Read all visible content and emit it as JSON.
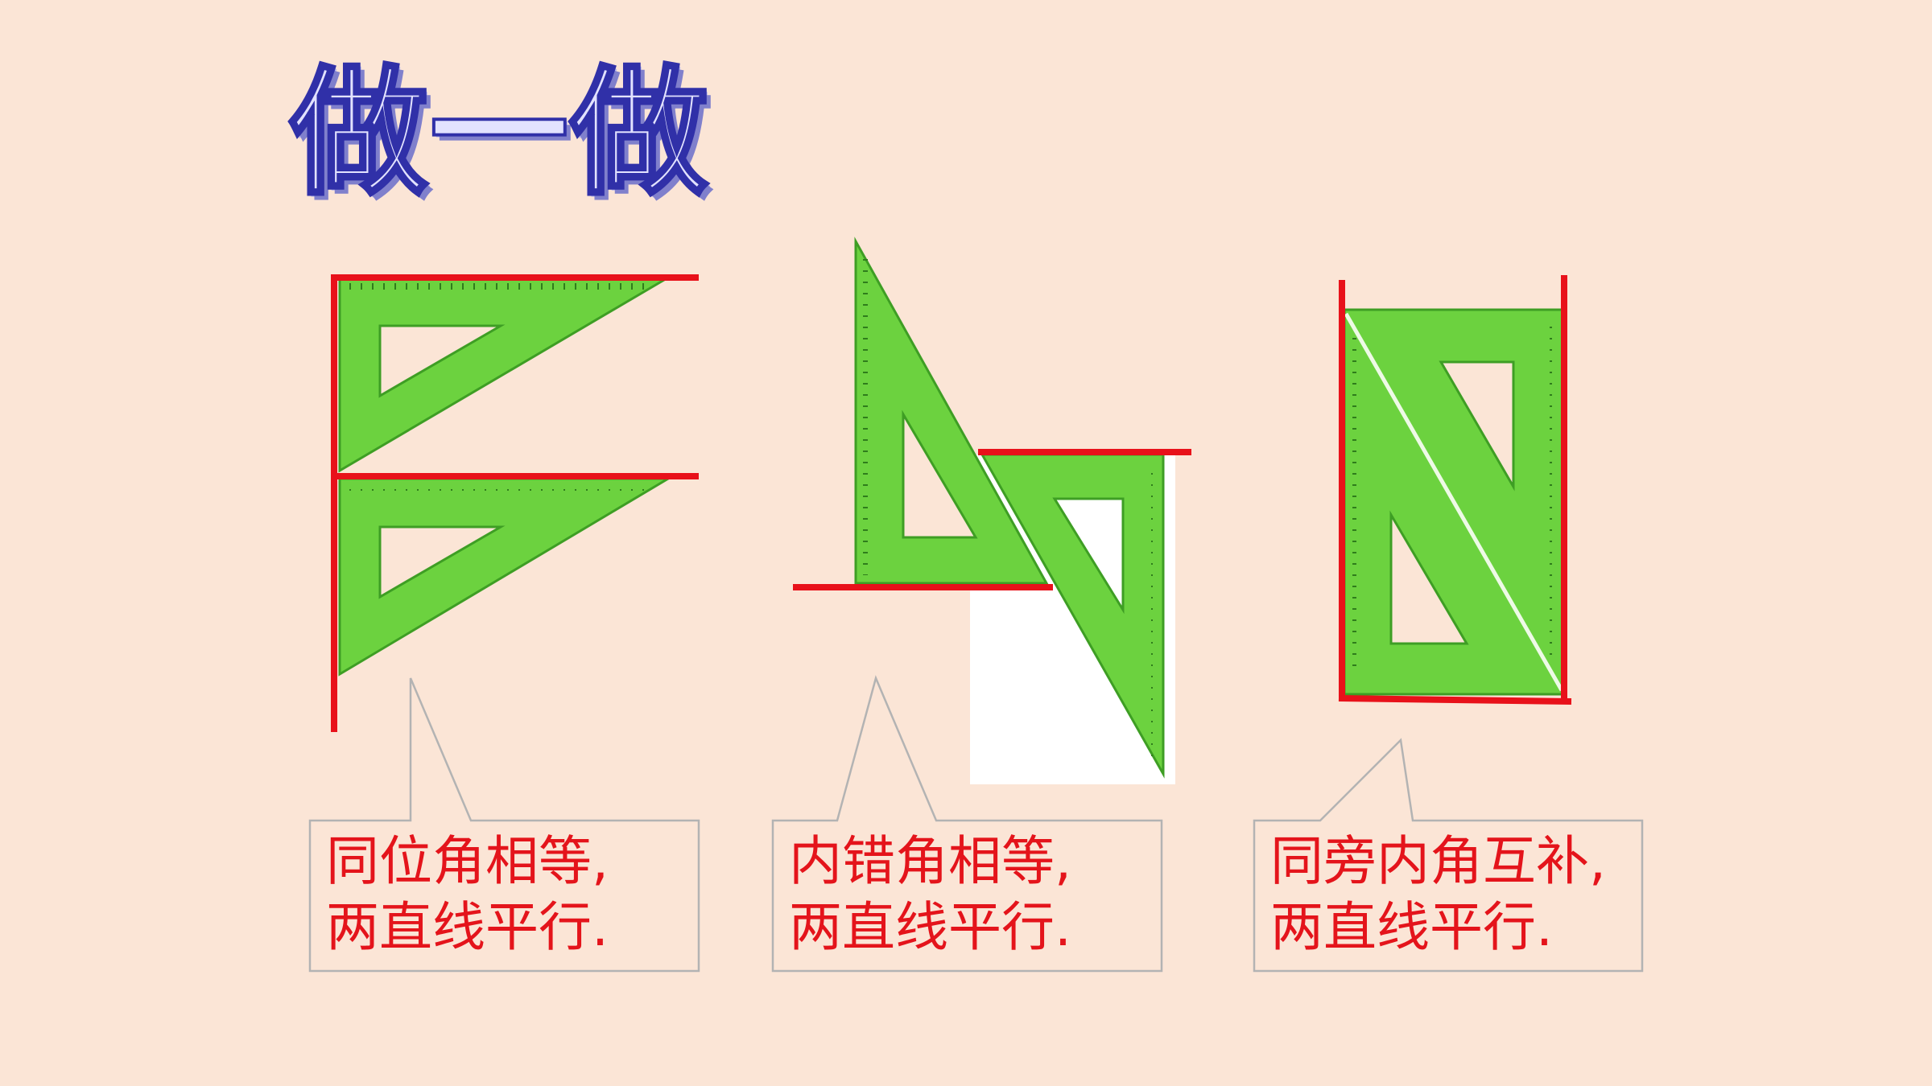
{
  "title": "做一做",
  "colors": {
    "background": "#fbe5d6",
    "ruler": "#6cd23f",
    "ruler_edge": "#3e9e24",
    "line": "#e8111a",
    "callout_border": "#b3b3b3",
    "callout_text": "#e4141b"
  },
  "figures": [
    {
      "name": "corresponding-angles",
      "line1": "同位角相等,",
      "line2": "两直线平行."
    },
    {
      "name": "alternate-interior-angles",
      "line1": "内错角相等,",
      "line2": "两直线平行."
    },
    {
      "name": "co-interior-angles",
      "line1": "同旁内角互补,",
      "line2": "两直线平行."
    }
  ]
}
